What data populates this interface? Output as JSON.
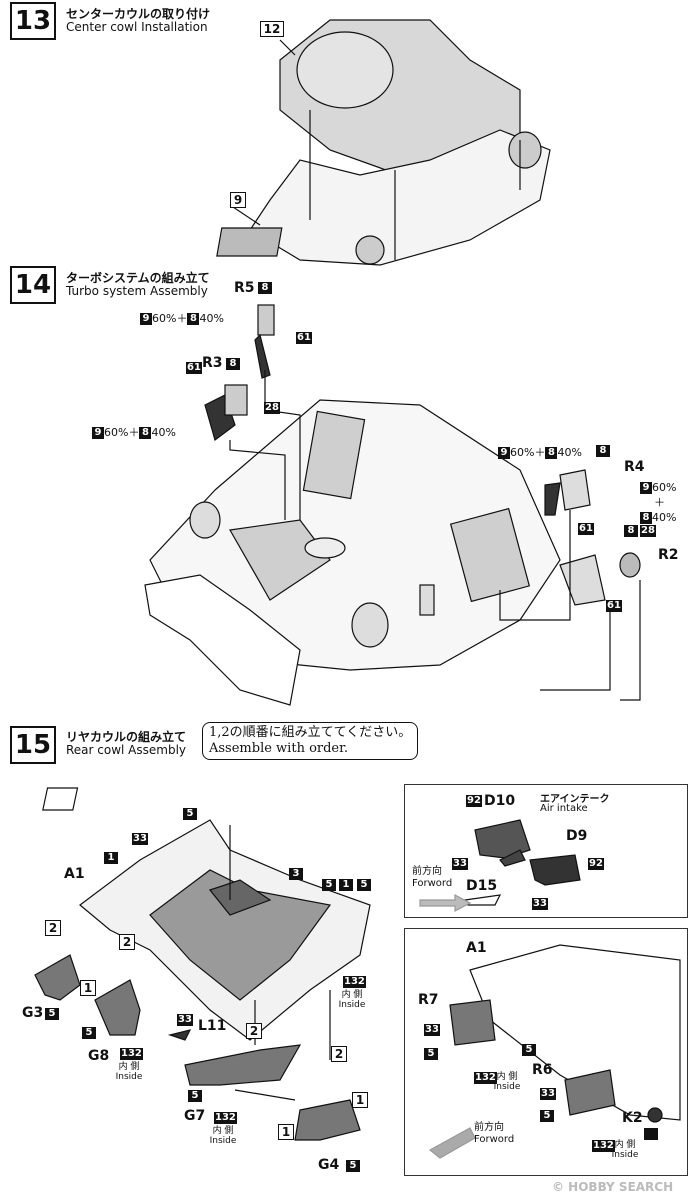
{
  "step13": {
    "num": "13",
    "title_jp": "センターカウルの取り付け",
    "title_en": "Center cowl Installation",
    "part_12": "12",
    "part_9": "9"
  },
  "step14": {
    "num": "14",
    "title_jp": "ターボシステムの組み立て",
    "title_en": "Turbo system Assembly",
    "r5": "R5",
    "r3": "R3",
    "r4": "R4",
    "r2": "R2",
    "b8": "8",
    "b61": "61",
    "b28": "28",
    "b9": "9",
    "pct60": "60%＋",
    "pct40": "40%",
    "pct60b": "60%",
    "pct40b": "40%",
    "plus": "＋"
  },
  "step15": {
    "num": "15",
    "title_jp": "リヤカウルの組み立て",
    "title_en": "Rear cowl Assembly",
    "note_jp": "1,2の順番に組み立ててください。",
    "note_en": "Assemble with order.",
    "a1": "A1",
    "g3": "G3",
    "g8": "G8",
    "g7": "G7",
    "g4": "G4",
    "l11": "L11",
    "d10": "D10",
    "d9": "D9",
    "d15": "D15",
    "r7": "R7",
    "r6": "R6",
    "k2": "K2",
    "b5": "5",
    "b1": "1",
    "b3": "3",
    "b33": "33",
    "b132": "132",
    "b92": "92",
    "o1": "1",
    "o2": "2",
    "inside_jp": "内 側",
    "inside_en": "Inside",
    "air_jp": "エアインテーク",
    "air_en": "Air intake",
    "fwd_jp": "前方向",
    "fwd_en": "Forword"
  },
  "watermark": "© HOBBY SEARCH"
}
